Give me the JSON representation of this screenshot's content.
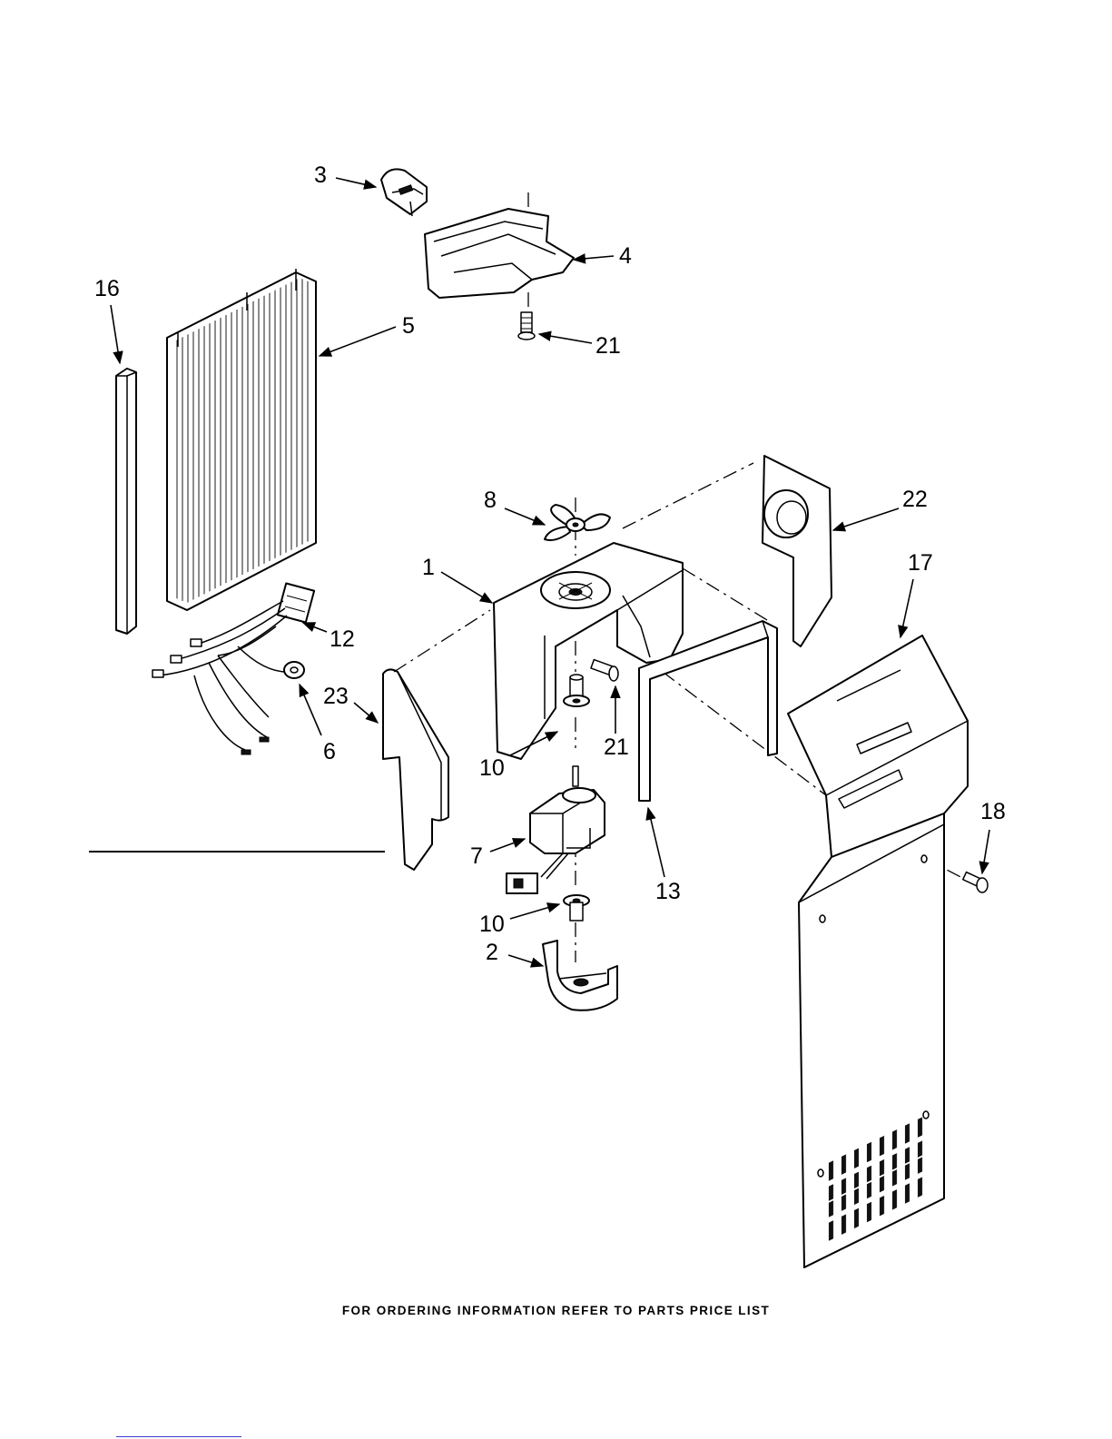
{
  "callouts": [
    {
      "id": "1",
      "label": "1"
    },
    {
      "id": "2",
      "label": "2"
    },
    {
      "id": "3",
      "label": "3"
    },
    {
      "id": "4",
      "label": "4"
    },
    {
      "id": "5",
      "label": "5"
    },
    {
      "id": "6",
      "label": "6"
    },
    {
      "id": "7",
      "label": "7"
    },
    {
      "id": "8",
      "label": "8"
    },
    {
      "id": "10a",
      "label": "10"
    },
    {
      "id": "10b",
      "label": "10"
    },
    {
      "id": "12",
      "label": "12"
    },
    {
      "id": "13",
      "label": "13"
    },
    {
      "id": "16",
      "label": "16"
    },
    {
      "id": "17",
      "label": "17"
    },
    {
      "id": "18",
      "label": "18"
    },
    {
      "id": "21a",
      "label": "21"
    },
    {
      "id": "21b",
      "label": "21"
    },
    {
      "id": "22",
      "label": "22"
    },
    {
      "id": "23",
      "label": "23"
    }
  ],
  "footer": {
    "text": "FOR ORDERING INFORMATION REFER TO PARTS PRICE LIST"
  }
}
